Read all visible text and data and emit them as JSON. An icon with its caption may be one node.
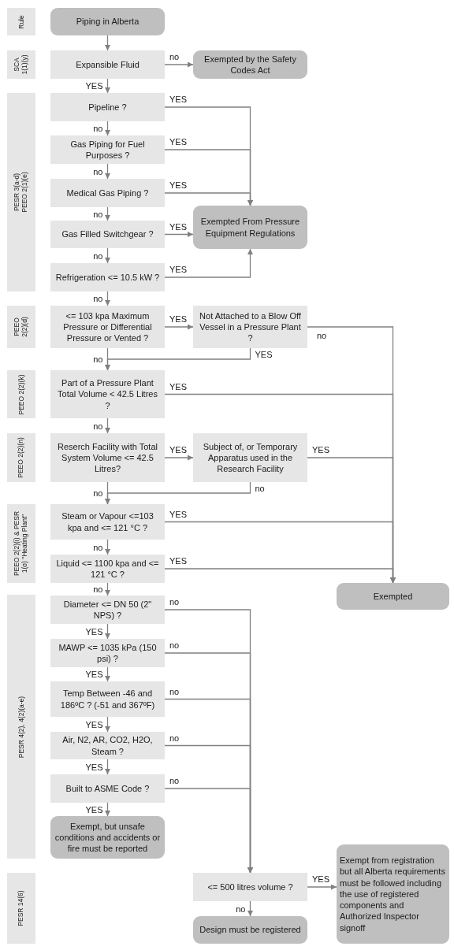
{
  "diagram": {
    "nodes": [
      {
        "text": [
          "Rule"
        ]
      },
      {
        "text": [
          "Piping in Alberta"
        ]
      },
      {
        "text": [
          "SCA 1(1)(y)"
        ]
      },
      {
        "text": [
          "Expansible Fluid"
        ]
      },
      {
        "text": [
          "Exempted by the Safety Codes Act"
        ]
      },
      {
        "text": [
          "PESR 3(a-d) PEEO 2(1)(e)"
        ]
      },
      {
        "text": [
          "Pipeline ?"
        ]
      },
      {
        "text": [
          "Gas Piping for Fuel Purposes ?"
        ]
      },
      {
        "text": [
          "Medical Gas Piping ?"
        ]
      },
      {
        "text": [
          "Exempted From Pressure Equipment Regulations"
        ]
      },
      {
        "text": [
          "Gas Filled Switchgear ?"
        ]
      },
      {
        "text": [
          "Refrigeration <= 10.5 kW ?"
        ]
      },
      {
        "text": [
          "PEEO 2(2)(d)"
        ]
      },
      {
        "text": [
          "<= 103 kpa Maximum Pressure or Differential Pressure or Vented ?"
        ]
      },
      {
        "text": [
          "Not Attached to a Blow Off Vessel in a Pressure Plant ?"
        ]
      },
      {
        "text": [
          "PEEO 2(2)(k)"
        ]
      },
      {
        "text": [
          "Part of a Pressure Plant Total Volume < 42.5 Litres ?"
        ]
      },
      {
        "text": [
          "PEEO 2(2)(n)"
        ]
      },
      {
        "text": [
          "Reserch Facility with Total System Volume <= 42.5 Litres?"
        ]
      },
      {
        "text": [
          "Subject of, or Temporary Apparatus used in the Research Facility"
        ]
      },
      {
        "text": [
          "PEEO 2(2)(i) & PESR 1(o) \"Heating Plant\""
        ]
      },
      {
        "text": [
          "Steam or Vapour <=103 kpa and <= 121 °C ?"
        ]
      },
      {
        "text": [
          "Liquid <= 1100 kpa and <= 121 °C ?"
        ]
      },
      {
        "text": [
          "Exempted"
        ]
      },
      {
        "text": [
          "PESR 4(2), 4(2)(a-e)"
        ]
      },
      {
        "text": [
          "Diameter <= DN 50 (2\" NPS) ?"
        ]
      },
      {
        "text": [
          "MAWP <= 1035 kPa (150 psi) ?"
        ]
      },
      {
        "text": [
          "Temp Between -46 and 186ºC ? (-51 and 367ºF)"
        ]
      },
      {
        "text": [
          "Air, N2, AR, CO2, H2O, Steam ?"
        ]
      },
      {
        "text": [
          "Built to ASME Code ?"
        ]
      },
      {
        "text": [
          "Exempt, but unsafe conditions and accidents or fire must be reported"
        ]
      },
      {
        "text": [
          "Exempt from registration but all Alberta requirements must be followed including the use of registered components and Authorized Inspector signoff"
        ]
      },
      {
        "text": [
          "PESR 14(6)"
        ]
      },
      {
        "text": [
          "<= 500 litres volume ?"
        ]
      },
      {
        "text": [
          "Design must be registered"
        ]
      }
    ],
    "edges": [
      {
        "from": 1,
        "to": 3,
        "arrow": "to"
      },
      {
        "from": 3,
        "to": 4,
        "arrow": "to",
        "label": "no"
      },
      {
        "from": 3,
        "to": 6,
        "arrow": "to",
        "label": "YES"
      },
      {
        "from": 6,
        "to": 9,
        "arrow": "to",
        "label": "YES"
      },
      {
        "from": 6,
        "to": 7,
        "arrow": "to",
        "label": "no"
      },
      {
        "from": 7,
        "to": 9,
        "arrow": "to",
        "label": "YES"
      },
      {
        "from": 7,
        "to": 8,
        "arrow": "to",
        "label": "no"
      },
      {
        "from": 8,
        "to": 9,
        "arrow": "to",
        "label": "YES"
      },
      {
        "from": 8,
        "to": 10,
        "arrow": "to",
        "label": "no"
      },
      {
        "from": 10,
        "to": 9,
        "arrow": "to",
        "label": "YES"
      },
      {
        "from": 10,
        "to": 11,
        "arrow": "to",
        "label": "no"
      },
      {
        "from": 11,
        "to": 9,
        "arrow": "to",
        "label": "YES"
      },
      {
        "from": 11,
        "to": 13,
        "arrow": "to",
        "label": "no"
      },
      {
        "from": 13,
        "to": 14,
        "arrow": "to",
        "label": "YES"
      },
      {
        "from": 13,
        "to": 16,
        "arrow": "to",
        "label": "no"
      },
      {
        "from": 14,
        "to": 23,
        "arrow": "to",
        "label": "no"
      },
      {
        "from": 14,
        "to": 16,
        "arrow": "to",
        "label": "YES"
      },
      {
        "from": 16,
        "to": 23,
        "arrow": "to",
        "label": "YES"
      },
      {
        "from": 16,
        "to": 18,
        "arrow": "to",
        "label": "no"
      },
      {
        "from": 18,
        "to": 19,
        "arrow": "to",
        "label": "YES"
      },
      {
        "from": 18,
        "to": 21,
        "arrow": "to",
        "label": "no"
      },
      {
        "from": 19,
        "to": 23,
        "arrow": "to",
        "label": "YES"
      },
      {
        "from": 19,
        "to": 21,
        "arrow": "to",
        "label": "no"
      },
      {
        "from": 21,
        "to": 23,
        "arrow": "to",
        "label": "YES"
      },
      {
        "from": 21,
        "to": 22,
        "arrow": "to",
        "label": "no"
      },
      {
        "from": 22,
        "to": 23,
        "arrow": "to",
        "label": "YES"
      },
      {
        "from": 22,
        "to": 25,
        "arrow": "to",
        "label": "no"
      },
      {
        "from": 25,
        "to": 33,
        "arrow": "to",
        "label": "no"
      },
      {
        "from": 25,
        "to": 26,
        "arrow": "to",
        "label": "YES"
      },
      {
        "from": 26,
        "to": 33,
        "arrow": "to",
        "label": "no"
      },
      {
        "from": 26,
        "to": 27,
        "arrow": "to",
        "label": "YES"
      },
      {
        "from": 27,
        "to": 33,
        "arrow": "to",
        "label": "no"
      },
      {
        "from": 27,
        "to": 28,
        "arrow": "to",
        "label": "YES"
      },
      {
        "from": 28,
        "to": 33,
        "arrow": "to",
        "label": "no"
      },
      {
        "from": 28,
        "to": 29,
        "arrow": "to",
        "label": "YES"
      },
      {
        "from": 29,
        "to": 33,
        "arrow": "to",
        "label": "no"
      },
      {
        "from": 29,
        "to": 30,
        "arrow": "to",
        "label": "YES"
      },
      {
        "from": 33,
        "to": 31,
        "arrow": "to",
        "label": "YES"
      },
      {
        "from": 33,
        "to": 34,
        "arrow": "to",
        "label": "no"
      }
    ]
  }
}
